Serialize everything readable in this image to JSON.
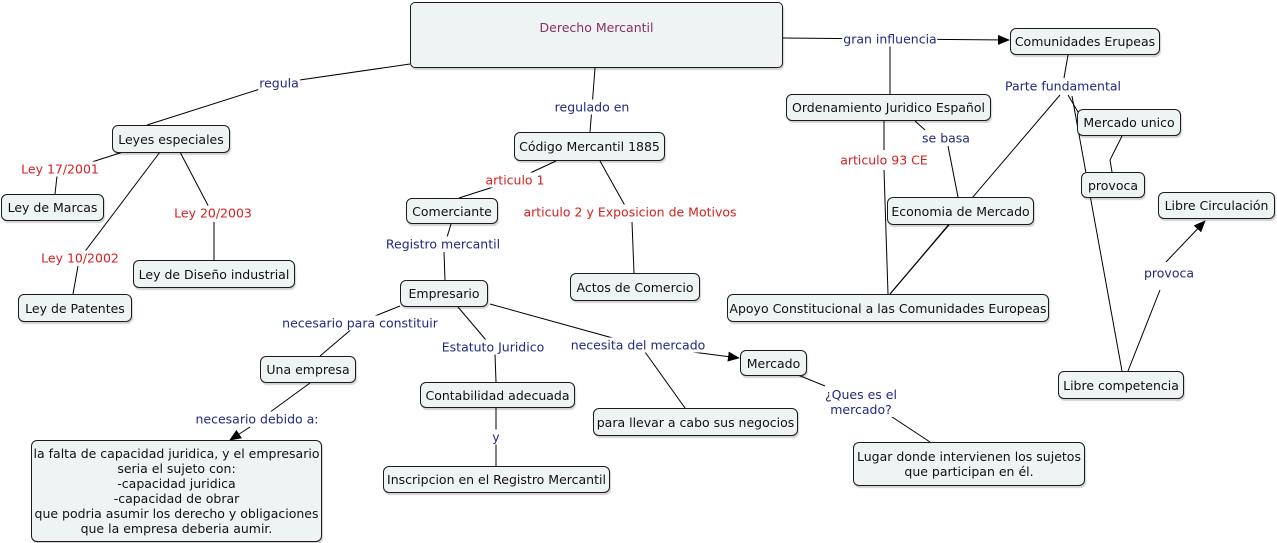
{
  "colors": {
    "node_fill": "#eef3f4",
    "node_border": "#1b1b1b",
    "root_text": "#8b2f62",
    "label_blue": "#1f2a80",
    "label_red": "#d42020",
    "line": "#000000"
  },
  "nodes": {
    "derecho_mercantil": "Derecho Mercantil",
    "leyes_especiales": "Leyes especiales",
    "ley_marcas": "Ley de Marcas",
    "ley_diseno": "Ley de Diseño industrial",
    "ley_patentes": "Ley de Patentes",
    "codigo_mercantil": "Código Mercantil 1885",
    "comerciante": "Comerciante",
    "actos_comercio": "Actos de Comercio",
    "empresario": "Empresario",
    "una_empresa": "Una empresa",
    "capacidad": "la falta de capacidad juridica, y el empresario\nseria el sujeto con:\n-capacidad juridica\n-capacidad de obrar\nque podria asumir los derecho y obligaciones\nque la empresa deberia aumir.",
    "contabilidad": "Contabilidad adecuada",
    "inscripcion": "Inscripcion en el Registro Mercantil",
    "para_llevar": "para llevar a cabo sus negocios",
    "mercado": "Mercado",
    "lugar": "Lugar donde intervienen los sujetos\nque participan en él.",
    "ordenamiento": "Ordenamiento Juridico Español",
    "economia": "Economia de Mercado",
    "apoyo": "Apoyo Constitucional a las Comunidades Europeas",
    "comunidades": "Comunidades Erupeas",
    "mercado_unico": "Mercado unico",
    "provoca_node": "provoca",
    "libre_circulacion": "Libre Circulación",
    "libre_competencia": "Libre competencia"
  },
  "labels": {
    "regula": "regula",
    "regulado_en": "regulado en",
    "gran_influencia": "gran influencia",
    "ley_17": "Ley 17/2001",
    "ley_20": "Ley 20/2003",
    "ley_10": "Ley 10/2002",
    "articulo_1": "articulo 1",
    "articulo_2": "articulo 2 y Exposicion de Motivos",
    "registro_mercantil": "Registro mercantil",
    "necesario_constituir": "necesario para constituir",
    "estatuto_juridico": "Estatuto Juridico",
    "necesita_mercado": "necesita del mercado",
    "necesario_debido": "necesario debido a:",
    "y": "y",
    "que_es_mercado": "¿Ques es el\nmercado?",
    "se_basa": "se basa",
    "articulo_93": "articulo 93 CE",
    "parte_fundamental": "Parte fundamental",
    "provoca_label": "provoca"
  }
}
